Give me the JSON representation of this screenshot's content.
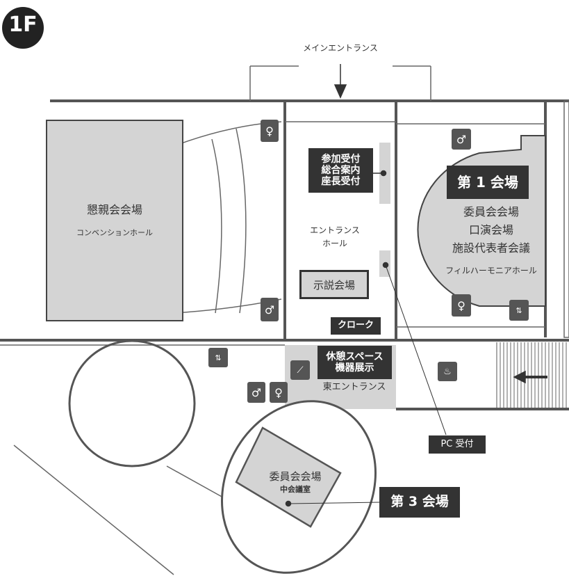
{
  "floor": "1F",
  "main_entrance": "メインエントランス",
  "rooms": {
    "konshin": {
      "name": "懇親会会場",
      "sub": "コンベンションホール"
    },
    "entrance_hall": {
      "line1": "エントランス",
      "line2": "ホール"
    },
    "reception": {
      "line1": "参加受付",
      "line2": "総合案内",
      "line3": "座長受付"
    },
    "poster": "示説会場",
    "cloak": "クローク",
    "hall1": {
      "title": "第 1 会場",
      "line1": "委員会会場",
      "line2": "口演会場",
      "line3": "施設代表者会議",
      "line4": "フィルハーモニアホール"
    },
    "lounge": {
      "line1": "休憩スペース",
      "line2": "機器展示",
      "sub": "東エントランス"
    },
    "pc": "PC 受付",
    "hall3": {
      "title": "第 3 会場",
      "line1": "委員会会場",
      "line2": "中会議室"
    }
  },
  "icons": [
    "restroom-female-icon",
    "restroom-male-icon",
    "elevator-icon",
    "escalator-icon",
    "smoking-icon",
    "entrance-arrow-icon"
  ],
  "colors": {
    "room_fill": "#d4d4d4",
    "wall": "#555555",
    "label_bg": "#333333"
  }
}
